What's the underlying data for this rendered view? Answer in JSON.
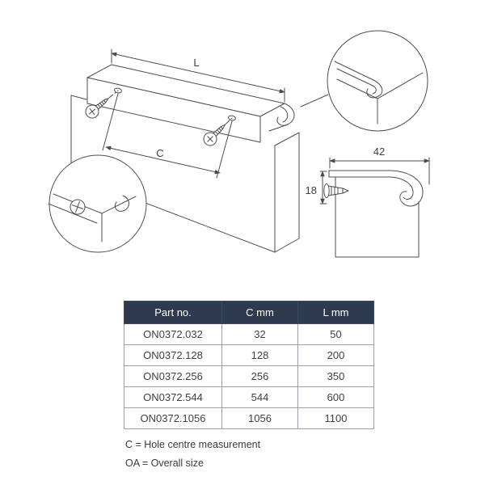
{
  "page": {
    "background": "#ffffff"
  },
  "diagram": {
    "dimension_labels": {
      "length": "L",
      "centres": "C",
      "width": "42",
      "height": "18"
    }
  },
  "table": {
    "headers": [
      "Part no.",
      "C mm",
      "L mm"
    ],
    "rows": [
      [
        "ON0372.032",
        "32",
        "50"
      ],
      [
        "ON0372.128",
        "128",
        "200"
      ],
      [
        "ON0372.256",
        "256",
        "350"
      ],
      [
        "ON0372.544",
        "544",
        "600"
      ],
      [
        "ON0372.1056",
        "1056",
        "1100"
      ]
    ],
    "style": {
      "header_bg": "#2e3b4e",
      "header_text": "#ffffff",
      "border": "#9aa0a6"
    }
  },
  "notes": [
    "C = Hole centre measurement",
    "OA = Overall size"
  ]
}
